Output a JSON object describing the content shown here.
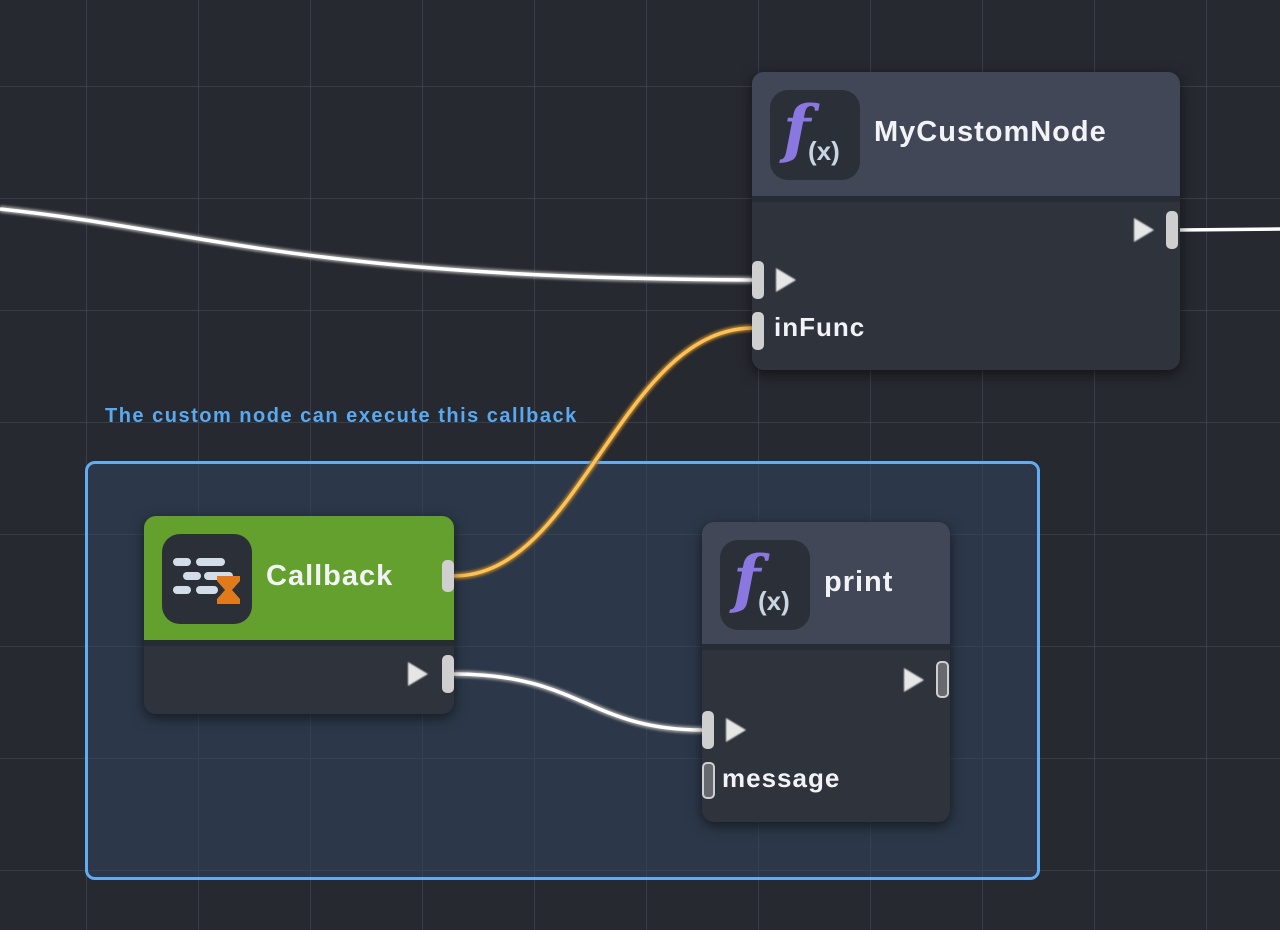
{
  "canvas": {
    "background": "#262930",
    "grid_color": "#3a3e47"
  },
  "comment": {
    "text": "The custom node can execute this callback",
    "color": "#5aa9f0"
  },
  "group": {
    "border_color": "#62acf4"
  },
  "nodes": {
    "my_custom_node": {
      "title": "MyCustomNode",
      "icon": "function-fx-icon",
      "icon_f": "f",
      "icon_x": "(x)",
      "inputs": [
        {
          "name": "exec-in",
          "label": ""
        },
        {
          "name": "inFunc",
          "label": "inFunc"
        }
      ],
      "outputs": [
        {
          "name": "exec-out",
          "label": ""
        }
      ]
    },
    "callback": {
      "title": "Callback",
      "icon": "callback-list-hourglass-icon",
      "header_color": "#64a02e",
      "outputs": [
        {
          "name": "function-out",
          "label": ""
        },
        {
          "name": "exec-out",
          "label": ""
        }
      ]
    },
    "print": {
      "title": "print",
      "icon": "function-fx-icon",
      "icon_f": "f",
      "icon_x": "(x)",
      "inputs": [
        {
          "name": "exec-in",
          "label": ""
        },
        {
          "name": "message",
          "label": "message"
        }
      ],
      "outputs": [
        {
          "name": "exec-out",
          "label": ""
        }
      ]
    }
  },
  "wires": [
    {
      "from": "offscreen-left",
      "to": "MyCustomNode.exec-in",
      "type": "exec",
      "color": "#ffffff"
    },
    {
      "from": "MyCustomNode.exec-out",
      "to": "offscreen-right",
      "type": "exec",
      "color": "#ffffff"
    },
    {
      "from": "Callback.function-out",
      "to": "MyCustomNode.inFunc",
      "type": "function",
      "color": "#f5b544"
    },
    {
      "from": "Callback.exec-out",
      "to": "print.exec-in",
      "type": "exec",
      "color": "#ffffff"
    }
  ]
}
